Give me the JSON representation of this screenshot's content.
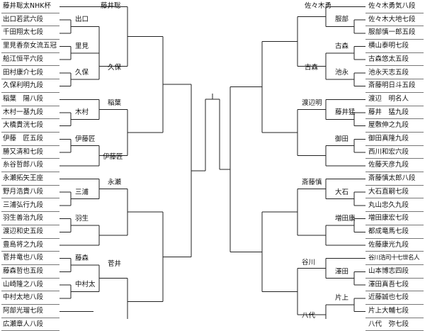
{
  "left_players": [
    "藤井聡太NHK杯",
    "出口若武六段",
    "千田翔太七段",
    "里見香奈女流五冠",
    "船江恒平六段",
    "田村康介七段",
    "久保利明九段",
    "稲葉　陽八段",
    "木村一基九段",
    "大橋貴洸七段",
    "伊藤　匠五段",
    "勝又清和七段",
    "糸谷哲郎八段",
    "永瀬拓矢王座",
    "野月浩貴八段",
    "三浦弘行九段",
    "羽生善治九段",
    "渡辺和史五段",
    "豊島将之九段",
    "菅井竜也八段",
    "藤森哲也五段",
    "山崎隆之八段",
    "中村太地八段",
    "阿部光瑠七段",
    "広瀬章人八段"
  ],
  "right_players": [
    "佐々木勇気八段",
    "佐々木大地七段",
    "服部慎一郎五段",
    "横山泰明七段",
    "古森悠太五段",
    "池永天志五段",
    "斎藤明日斗五段",
    "渡辺　明名人",
    "藤井　猛九段",
    "屋敷伸之九段",
    "御田真隆九段",
    "西川和宏六段",
    "佐藤天彦九段",
    "斎藤慎太郎八段",
    "大石直嗣七段",
    "丸山忠久九段",
    "増田康宏七段",
    "都成竜馬七段",
    "佐藤康光九段",
    "谷川浩司十七世名人",
    "山本博志四段",
    "澤田真吾七段",
    "近藤誠也七段",
    "片上大輔七段",
    "八代　弥七段"
  ],
  "left_winners": [
    "藤井聡",
    "出口",
    "里見",
    "久保",
    "久保",
    "木村",
    "稲葉",
    "伊藤匠",
    "伊藤匠",
    "永瀬",
    "三浦",
    "羽生",
    "藤森",
    "菅井",
    "中村太"
  ],
  "right_winners": [
    "佐々木勇",
    "服部",
    "古森",
    "古森",
    "池永",
    "渡辺明",
    "藤井猛",
    "御田",
    "斎藤慎",
    "大石",
    "増田康",
    "谷川",
    "澤田",
    "片上",
    "八代"
  ]
}
